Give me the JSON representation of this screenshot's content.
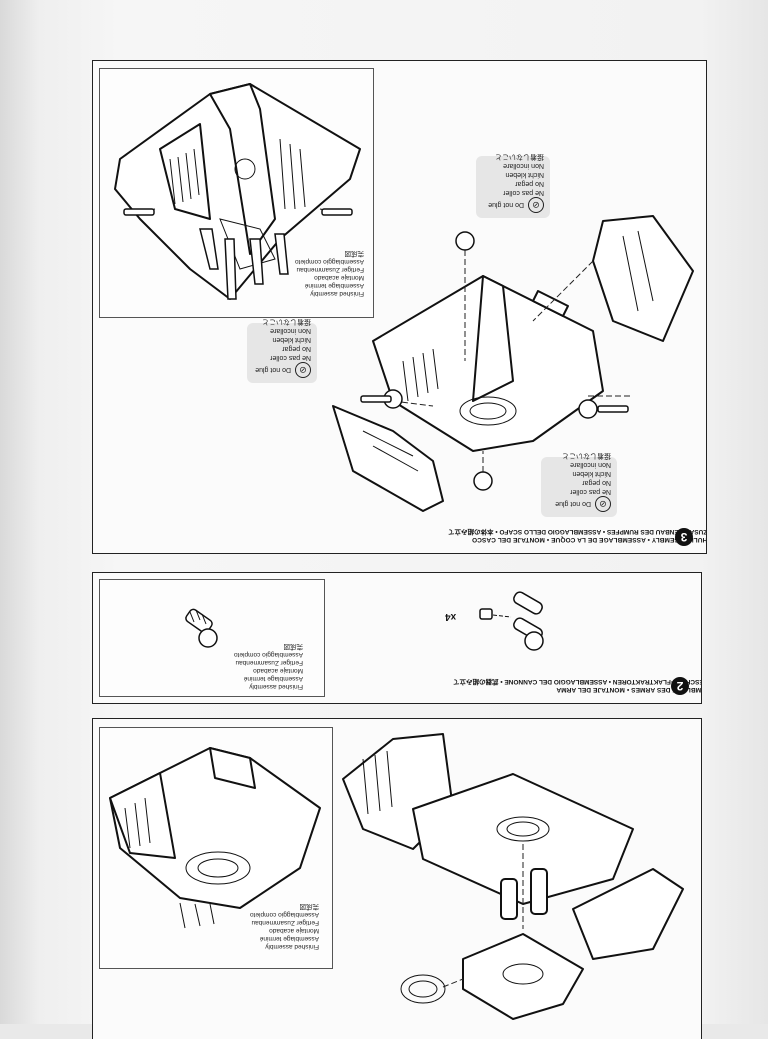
{
  "finished_assembly": {
    "lines": [
      "Finished assembly",
      "Assemblage terminé",
      "Montaje acabado",
      "Fertiger Zusammenbau",
      "Assemblaggio completo",
      "完成図"
    ]
  },
  "do_not_glue": {
    "lines": [
      "Do not glue",
      "Ne pas coller",
      "No pegar",
      "Nicht kleben",
      "Non incollare",
      "接着しないこと"
    ]
  },
  "steps": [
    {
      "number": "3",
      "heading_line1": "HULL ASSEMBLY • ASSEMBLAGE DE LA COQUE • MONTAJE DEL CASCO",
      "heading_line2": "ZUSAMMENBAU DES RUMPFES • ASSEMBLAGGIO DELLO SCAFO • 本体の組み立て"
    },
    {
      "number": "2",
      "heading_line1": "GUN ASSEMBLY • ASSEMBLAGE DES ARMES • MONTAJE DEL ARMA",
      "heading_line2": "ZUSAMMENBAU DER GESCHÜTZ-FLAKTRAKTOREN • ASSEMBLAGGIO DEL CANNONE • 武器の組み立て",
      "multiplier": "x4"
    }
  ]
}
